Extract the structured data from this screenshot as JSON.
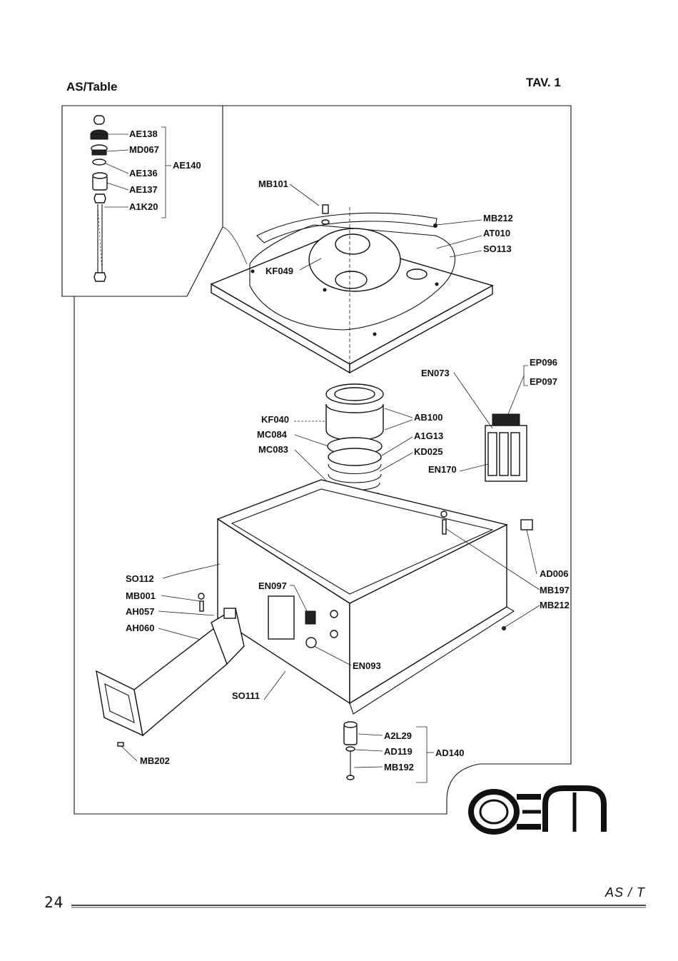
{
  "header": {
    "title": "AS/Table",
    "plate": "TAV. 1"
  },
  "footer": {
    "page": "24",
    "code": "AS / T"
  },
  "logo": {
    "text": "oem"
  },
  "labels": {
    "ae138": "AE138",
    "md067": "MD067",
    "ae136": "AE136",
    "ae137": "AE137",
    "a1k20": "A1K20",
    "ae140": "AE140",
    "mb101": "MB101",
    "mb212_top": "MB212",
    "at010": "AT010",
    "so113": "SO113",
    "kf049": "KF049",
    "en073": "EN073",
    "ep096": "EP096",
    "ep097": "EP097",
    "en170": "EN170",
    "kf040": "KF040",
    "ab100": "AB100",
    "mc084": "MC084",
    "a1g13": "A1G13",
    "mc083": "MC083",
    "kd025": "KD025",
    "ad006": "AD006",
    "mb197": "MB197",
    "mb212_low": "MB212",
    "so112": "SO112",
    "mb001": "MB001",
    "ah057": "AH057",
    "ah060": "AH060",
    "en097": "EN097",
    "en093": "EN093",
    "so111": "SO111",
    "mb202": "MB202",
    "a2l29": "A2L29",
    "ad119": "AD119",
    "mb192": "MB192",
    "ad140": "AD140"
  }
}
